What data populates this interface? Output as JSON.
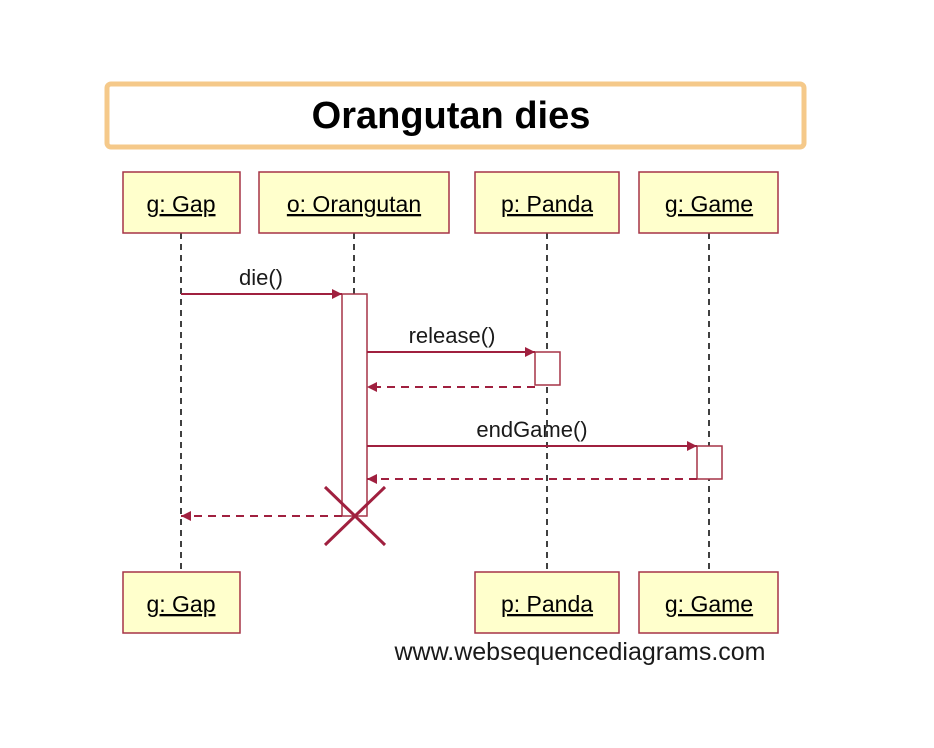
{
  "title": "Orangutan dies",
  "participants": [
    {
      "id": "gap",
      "label": "g: Gap"
    },
    {
      "id": "orangutan",
      "label": "o: Orangutan"
    },
    {
      "id": "panda",
      "label": "p: Panda"
    },
    {
      "id": "game",
      "label": "g: Game"
    }
  ],
  "messages": [
    {
      "from": "gap",
      "to": "orangutan",
      "label": "die()",
      "kind": "call"
    },
    {
      "from": "orangutan",
      "to": "panda",
      "label": "release()",
      "kind": "call"
    },
    {
      "from": "panda",
      "to": "orangutan",
      "label": "",
      "kind": "return"
    },
    {
      "from": "orangutan",
      "to": "game",
      "label": "endGame()",
      "kind": "call"
    },
    {
      "from": "game",
      "to": "orangutan",
      "label": "",
      "kind": "return"
    },
    {
      "from": "orangutan",
      "to": "gap",
      "label": "",
      "kind": "return"
    }
  ],
  "destroyed": "orangutan",
  "footer": "www.websequencediagrams.com",
  "colors": {
    "title_border": "#f5c98a",
    "box_fill": "#ffffcc",
    "box_stroke": "#a63347",
    "arrow": "#a0203f",
    "lifeline": "#000000"
  }
}
